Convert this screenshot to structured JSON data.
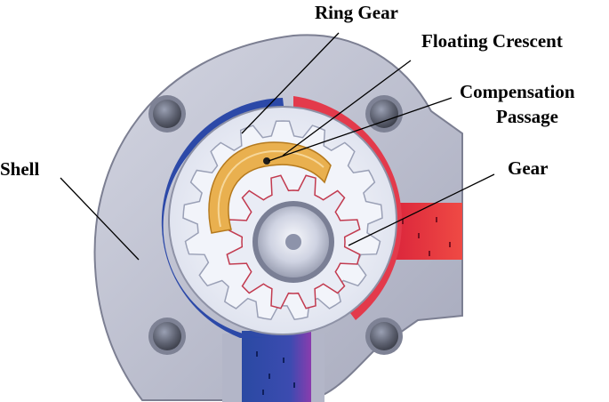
{
  "diagram": {
    "labels": {
      "ring_gear": "Ring Gear",
      "floating_crescent": "Floating Crescent",
      "compensation_line1": "Compensation",
      "compensation_line2": "Passage",
      "gear": "Gear",
      "shell": "Shell"
    },
    "colors": {
      "shell": "#b9bbcc",
      "shell_dark": "#8e90a3",
      "inlet_blue": "#2a4aa3",
      "outlet_red": "#e63945",
      "crescent": "#e9b04f",
      "ring_face": "#f4f6fb",
      "bolt": "#5d6170"
    },
    "counts": {
      "ring_gear_teeth": 17,
      "inner_gear_teeth": 12
    }
  }
}
